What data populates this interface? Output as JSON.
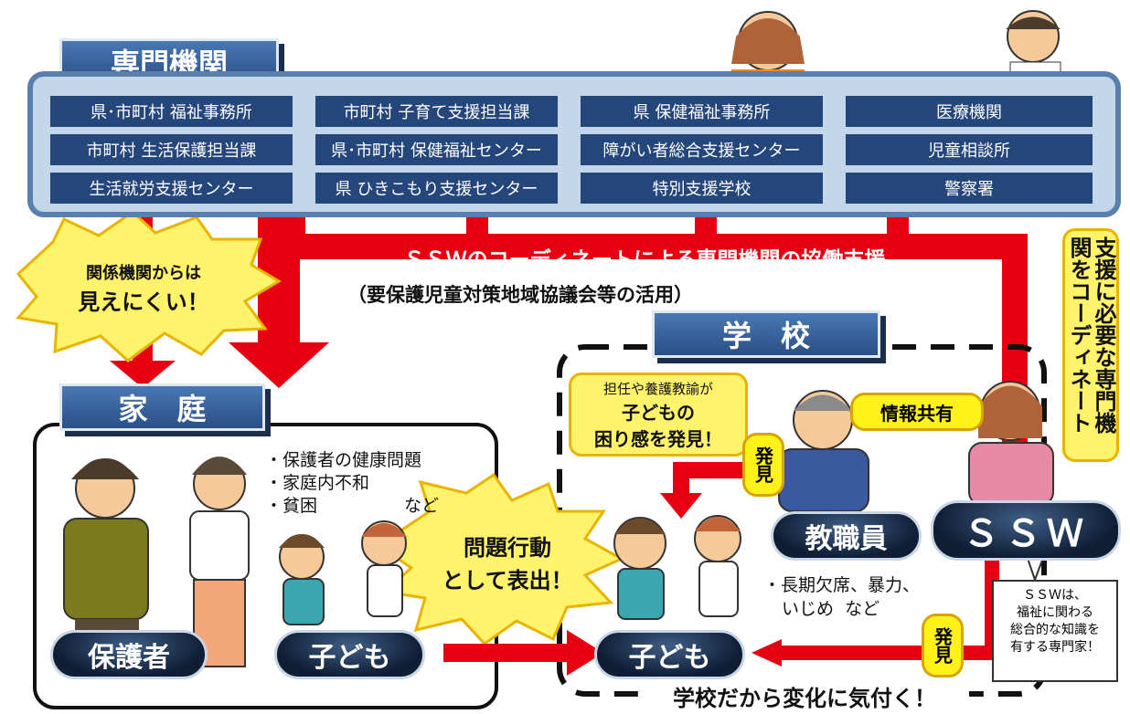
{
  "specialist": {
    "title": "専門機関",
    "orgs": [
      [
        "県･市町村 福祉事務所",
        "市町村 子育て支援担当課",
        "県 保健福祉事務所",
        "医療機関"
      ],
      [
        "市町村 生活保護担当課",
        "県･市町村 保健福祉センター",
        "障がい者総合支援センター",
        "児童相談所"
      ],
      [
        "生活就労支援センター",
        "県 ひきこもり支援センター",
        "特別支援学校",
        "警察署"
      ]
    ]
  },
  "coordination": {
    "main": "ＳＳＷのコーディネートによる専門機関の協働支援",
    "sub": "（要保護児童対策地域協議会等の活用）",
    "vertical": "支援に必要な専門機関をコーディネート"
  },
  "burst_left": {
    "line1": "関係機関からは",
    "line2": "見えにくい！"
  },
  "home": {
    "title": "家　庭",
    "issues": [
      "・保護者の健康問題",
      "・家庭内不和",
      "・貧困　　　　　など"
    ],
    "guardian_label": "保護者",
    "child_label": "子ども"
  },
  "burst_center": {
    "line1": "問題行動",
    "line2": "として表出！"
  },
  "school": {
    "title": "学　校",
    "teacher_note": {
      "line1": "担任や養護教諭が",
      "line2": "子どもの",
      "line3": "困り感を発見！"
    },
    "info_share": "情報共有",
    "discover1": "発見",
    "discover2": "発見",
    "staff_label": "教職員",
    "ssw_label": "ＳＳＷ",
    "child_label": "子ども",
    "issues": [
      "・長期欠席、暴力、",
      "いじめ  など"
    ],
    "ssw_note": [
      "ＳＳＷは、",
      "福祉に関わる",
      "総合的な知識を",
      "有する専門家！"
    ],
    "bottom": "学校だから変化に気付く！"
  },
  "colors": {
    "red": "#e60012",
    "navy": "#25467a",
    "panel": "#c3d6ea",
    "yellow": "#fff11a"
  }
}
